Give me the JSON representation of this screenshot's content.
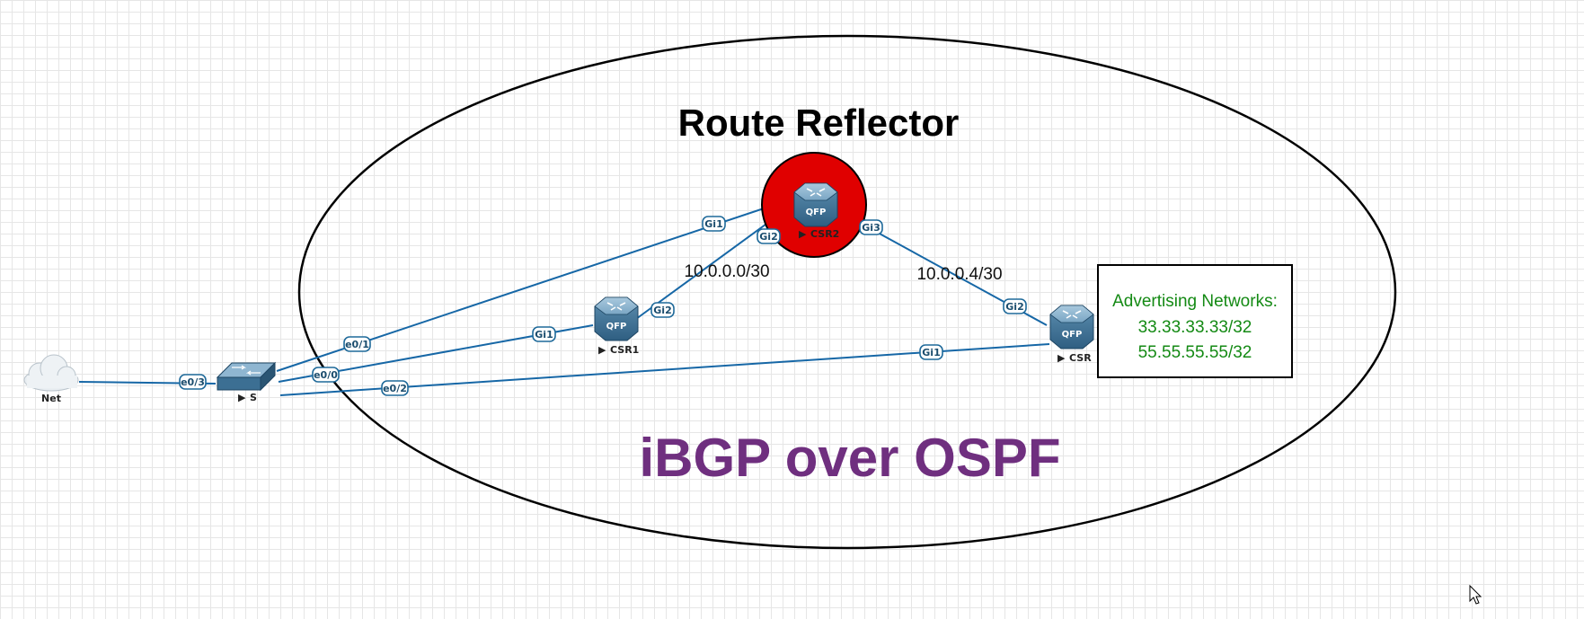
{
  "diagram": {
    "title_top": "Route Reflector",
    "title_bottom": "iBGP over OSPF",
    "nodes": {
      "cloud": {
        "label": "Net",
        "icon": "cloud-icon"
      },
      "switch": {
        "label": "S",
        "icon": "switch-icon"
      },
      "csr1": {
        "label": "CSR1",
        "icon": "router-icon",
        "badge": "QFP"
      },
      "csr2": {
        "label": "CSR2",
        "icon": "router-icon",
        "badge": "QFP"
      },
      "csr": {
        "label": "CSR",
        "icon": "router-icon",
        "badge": "QFP"
      }
    },
    "interfaces": {
      "switch_e03": "e0/3",
      "switch_e01": "e0/1",
      "switch_e00": "e0/0",
      "switch_e02": "e0/2",
      "csr2_gi1": "Gi1",
      "csr2_gi2": "Gi2",
      "csr2_gi3": "Gi3",
      "csr1_gi1": "Gi1",
      "csr1_gi2": "Gi2",
      "csr_gi2": "Gi2",
      "csr_gi1": "Gi1"
    },
    "subnets": {
      "left": "10.0.0.0/30",
      "right": "10.0.0.4/30"
    },
    "advertising": {
      "heading": "Advertising Networks:",
      "networks": [
        "33.33.33.33/32",
        "55.55.55.55/32"
      ]
    },
    "colors": {
      "link": "#1667a6",
      "route_reflector_highlight": "#e00000",
      "title_bottom": "#6f2f7f",
      "advertising_text": "#148a14"
    }
  }
}
